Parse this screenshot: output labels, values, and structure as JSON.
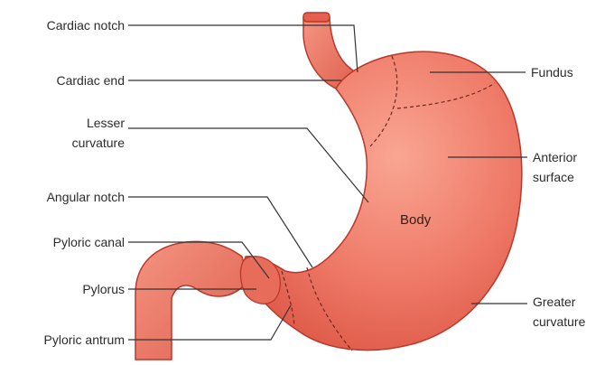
{
  "colors": {
    "stomach_fill": "#ef7a68",
    "stomach_light": "#f7a08f",
    "stomach_shadow": "#d9503f",
    "outline": "#b8382b",
    "leader_line": "#333333"
  },
  "labels": {
    "cardiac_notch": "Cardiac notch",
    "cardiac_end": "Cardiac end",
    "lesser_curvature_1": "Lesser",
    "lesser_curvature_2": "curvature",
    "angular_notch": "Angular notch",
    "pyloric_canal": "Pyloric canal",
    "pylorus": "Pylorus",
    "pyloric_antrum": "Pyloric antrum",
    "fundus": "Fundus",
    "anterior_surface_1": "Anterior",
    "anterior_surface_2": "surface",
    "body": "Body",
    "greater_curvature_1": "Greater",
    "greater_curvature_2": "curvature"
  }
}
